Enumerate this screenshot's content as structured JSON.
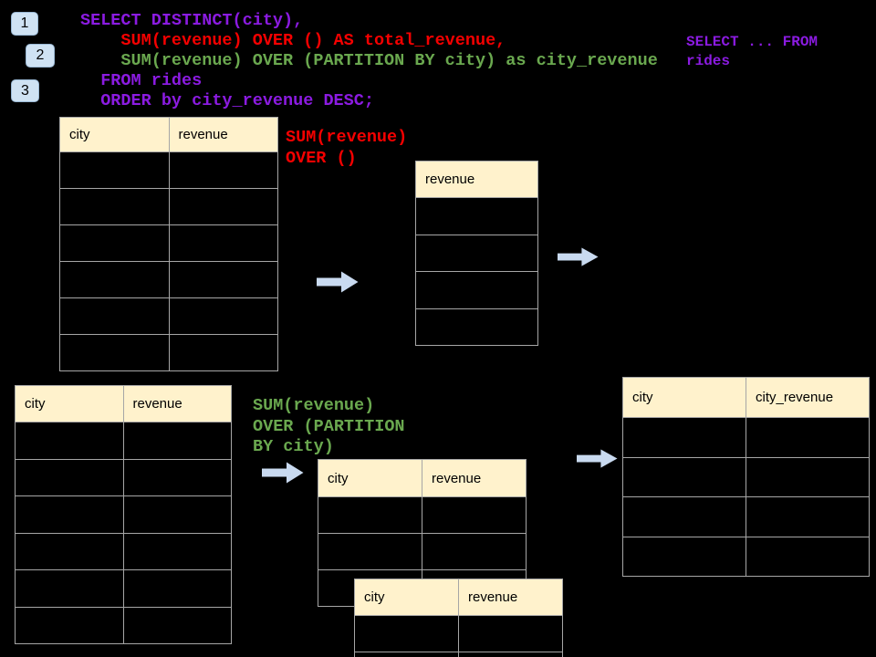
{
  "badges": [
    "1",
    "2",
    "3"
  ],
  "sql": {
    "lines": [
      {
        "text": "SELECT DISTINCT(city),",
        "color": "code_purple"
      },
      {
        "text": "    SUM(revenue) OVER () AS total_revenue,",
        "color": "code_red"
      },
      {
        "text": "    SUM(revenue) OVER (PARTITION BY city) as city_revenue",
        "color": "code_green"
      },
      {
        "text": "  FROM rides",
        "color": "code_purple"
      },
      {
        "text": "  ORDER by city_revenue DESC;",
        "color": "code_purple"
      }
    ]
  },
  "side_note": {
    "lines": [
      {
        "text": "SELECT ... FROM",
        "color": "code_purple"
      },
      {
        "text": "rides",
        "color": "code_purple"
      }
    ]
  },
  "annotations": {
    "total": {
      "lines": [
        {
          "text": "SUM(revenue)",
          "color": "code_red"
        },
        {
          "text": "OVER ()",
          "color": "code_red"
        }
      ]
    },
    "partition": {
      "lines": [
        {
          "text": "SUM(revenue)",
          "color": "code_green"
        },
        {
          "text": "OVER (PARTITION",
          "color": "code_green"
        },
        {
          "text": "BY city)",
          "color": "code_green"
        }
      ]
    }
  },
  "tables": {
    "source_total": {
      "headers": [
        "city",
        "revenue"
      ],
      "body_rows": 6
    },
    "result_total": {
      "headers": [
        "revenue"
      ],
      "body_rows": 4
    },
    "source_partition": {
      "headers": [
        "city",
        "revenue"
      ],
      "body_rows": 6
    },
    "partition_group1": {
      "headers": [
        "city",
        "revenue"
      ],
      "body_rows": 3
    },
    "partition_group2": {
      "headers": [
        "city",
        "revenue"
      ],
      "body_rows": 2
    },
    "result_partition": {
      "headers": [
        "city",
        "city_revenue"
      ],
      "body_rows": 4
    }
  },
  "colors": {
    "background": "#000000",
    "code_purple": "#8b1be1",
    "code_red": "#f40000",
    "code_green": "#6aa84f",
    "table_header_fill": "#fff2cc",
    "table_border": "#a6a6a6",
    "table_cell_fill": "#000000",
    "arrow_fill": "#c9daf0",
    "badge_fill": "#cfe2f3",
    "badge_border": "#9ab8d4",
    "text_dark": "#000000"
  }
}
